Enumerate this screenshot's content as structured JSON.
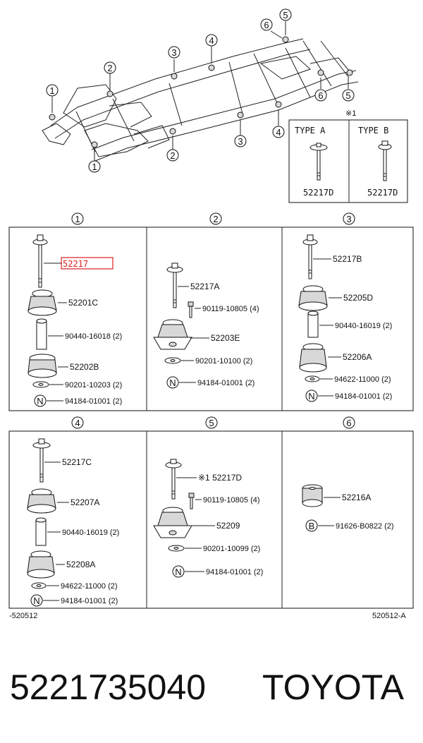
{
  "frame_callouts": [
    "1",
    "2",
    "3",
    "4",
    "5",
    "6"
  ],
  "type_box": {
    "ref": "※1",
    "type_a": {
      "title": "TYPE A",
      "part": "52217D"
    },
    "type_b": {
      "title": "TYPE B",
      "part": "52217D"
    }
  },
  "panels": [
    {
      "id": "1",
      "parts": [
        "52217",
        "52201C",
        "90440-16018 (2)",
        "52202B",
        "90201-10203 (2)",
        "94184-01001 (2)"
      ]
    },
    {
      "id": "2",
      "parts": [
        "52217A",
        "90119-10805 (4)",
        "52203E",
        "90201-10100 (2)",
        "94184-01001 (2)"
      ]
    },
    {
      "id": "3",
      "parts": [
        "52217B",
        "52205D",
        "90440-16019 (2)",
        "52206A",
        "94622-11000 (2)",
        "94184-01001 (2)"
      ]
    },
    {
      "id": "4",
      "parts": [
        "52217C",
        "52207A",
        "90440-16019 (2)",
        "52208A",
        "94622-11000 (2)",
        "94184-01001 (2)"
      ]
    },
    {
      "id": "5",
      "parts": [
        "※1 52217D",
        "90119-10805 (4)",
        "52209",
        "90201-10099 (2)",
        "94184-01001 (2)"
      ]
    },
    {
      "id": "6",
      "parts": [
        "52216A",
        "91626-B0822 (2)"
      ]
    }
  ],
  "badges": {
    "n": "N",
    "b": "B"
  },
  "footer": {
    "left": "-520512",
    "right": "520512-A"
  },
  "caption": {
    "part_number": "5221735040",
    "brand": "TOYOTA"
  },
  "highlight_color": "#e02020"
}
